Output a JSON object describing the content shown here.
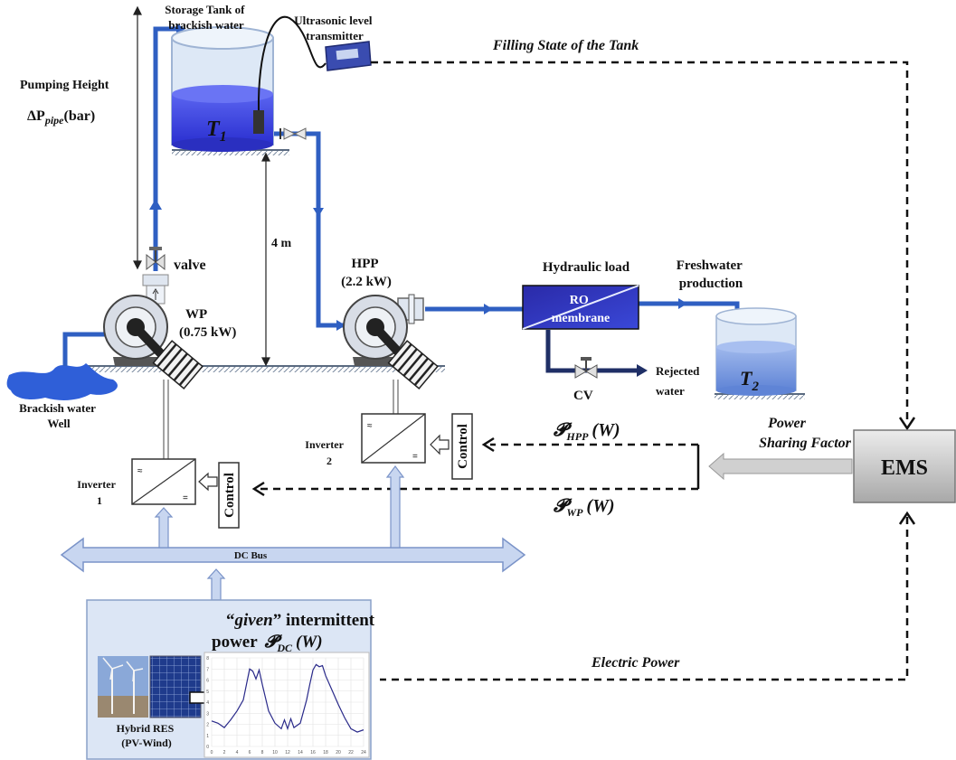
{
  "labels": {
    "storage_tank": [
      "Storage Tank  of",
      "brackish water"
    ],
    "ultrasonic": [
      "Ultrasonic level",
      "transmitter"
    ],
    "filling_state": "Filling State of the Tank",
    "pumping_height": "Pumping Height",
    "delta_p_main": "ΔP",
    "delta_p_sub": "pipe",
    "delta_p_unit": "(bar)",
    "t1_main": "T",
    "t1_sub": "1",
    "four_m": "4 m",
    "valve": "valve",
    "hpp": [
      "HPP",
      "(2.2 kW)"
    ],
    "hydraulic_load": "Hydraulic load",
    "freshwater": [
      "Freshwater",
      "production"
    ],
    "ro_membrane": [
      "RO",
      "membrane"
    ],
    "wp": [
      "WP",
      "(0.75 kW)"
    ],
    "rejected": [
      "Rejected",
      "water"
    ],
    "cv": "CV",
    "t2_main": "T",
    "t2_sub": "2",
    "brackish_well": [
      "Brackish water",
      "Well"
    ],
    "power_sharing": [
      "Power",
      "Sharing Factor"
    ],
    "p_hpp_main": "𝓟",
    "p_hpp_sub": "HPP",
    "p_hpp_unit": "(W)",
    "p_wp_main": "𝓟",
    "p_wp_sub": "WP",
    "p_wp_unit": "(W)",
    "inverter1": [
      "Inverter",
      "1"
    ],
    "inverter2": [
      "Inverter",
      "2"
    ],
    "control": "Control",
    "ems": "EMS",
    "dc_bus": "DC Bus",
    "given_q1": "“",
    "given_word": "given",
    "given_rest": "” intermittent",
    "power_word": "power",
    "p_dc_main": "𝓟",
    "p_dc_sub": "DC",
    "p_dc_unit": "(W)",
    "electric_power": "Electric Power",
    "hybrid_res": [
      "Hybrid RES",
      "(PV-Wind)"
    ],
    "approx": "≈",
    "dc_mark": "="
  },
  "chart_data": {
    "type": "line",
    "title": "",
    "xlabel": "",
    "ylabel": "",
    "xlim": [
      0,
      24
    ],
    "ylim": [
      0,
      8
    ],
    "x_ticks": [
      "0",
      "2",
      "4",
      "6",
      "8",
      "10",
      "12",
      "14",
      "16",
      "18",
      "20",
      "22",
      "24"
    ],
    "y_ticks": [
      "0",
      "1",
      "2",
      "3",
      "4",
      "5",
      "6",
      "7",
      "8"
    ],
    "series": [
      {
        "x": [
          0,
          1,
          2,
          3,
          4,
          5,
          5.5,
          6,
          6.5,
          7,
          7.5,
          8,
          9,
          10,
          11,
          11.5,
          12,
          12.5,
          13,
          14,
          15,
          15.5,
          16,
          16.5,
          17,
          17.5,
          18,
          19,
          20,
          21,
          22,
          23,
          24
        ],
        "y": [
          2.3,
          2.1,
          1.7,
          2.4,
          3.2,
          4.2,
          5.6,
          7.0,
          6.8,
          6.1,
          6.9,
          5.6,
          3.2,
          2.1,
          1.6,
          2.4,
          1.6,
          2.5,
          1.7,
          2.1,
          4.2,
          5.6,
          6.9,
          7.4,
          7.2,
          7.3,
          6.4,
          5.1,
          3.8,
          2.6,
          1.6,
          1.3,
          1.5
        ]
      }
    ]
  },
  "colors": {
    "water_pipe": "#2f5fc2",
    "rejected_pipe": "#1f2f66",
    "tank_water": "#3a40e0",
    "bus_fill": "#c8d6f0",
    "ems_fill": "#d0d0d0",
    "res_panel": "#dce6f5"
  }
}
